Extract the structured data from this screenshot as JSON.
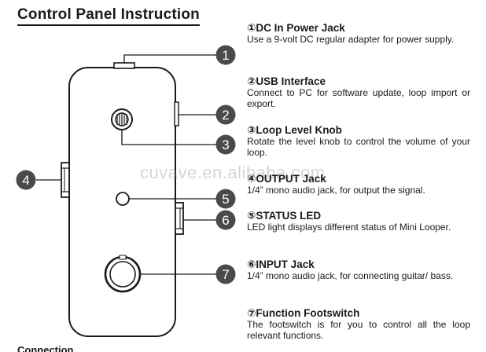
{
  "title": "Control Panel Instruction",
  "watermark": "cuvave.en.alibaba.com",
  "callouts": [
    "1",
    "2",
    "3",
    "4",
    "5",
    "6",
    "7"
  ],
  "items": [
    {
      "title": "①DC In Power Jack",
      "text": "Use a 9-volt DC regular adapter for power supply."
    },
    {
      "title": "②USB Interface",
      "text": "Connect to PC for software update, loop import or export."
    },
    {
      "title": "③Loop Level Knob",
      "text": "Rotate the level knob to control the volume of your loop."
    },
    {
      "title": "④OUTPUT Jack",
      "text": "1/4” mono audio jack, for output the signal."
    },
    {
      "title": "⑤STATUS LED",
      "text": "LED light displays different status of Mini Looper."
    },
    {
      "title": "⑥INPUT Jack",
      "text": "1/4” mono audio jack, for connecting guitar/ bass."
    },
    {
      "title": "⑦Function Footswitch",
      "text": "The footswitch is for you to control all the loop relevant functions."
    }
  ],
  "footer_fragment": "Connection",
  "colors": {
    "callout_fill": "#4a4a4a",
    "line": "#1a1a1a",
    "text": "#1a1a1a"
  }
}
